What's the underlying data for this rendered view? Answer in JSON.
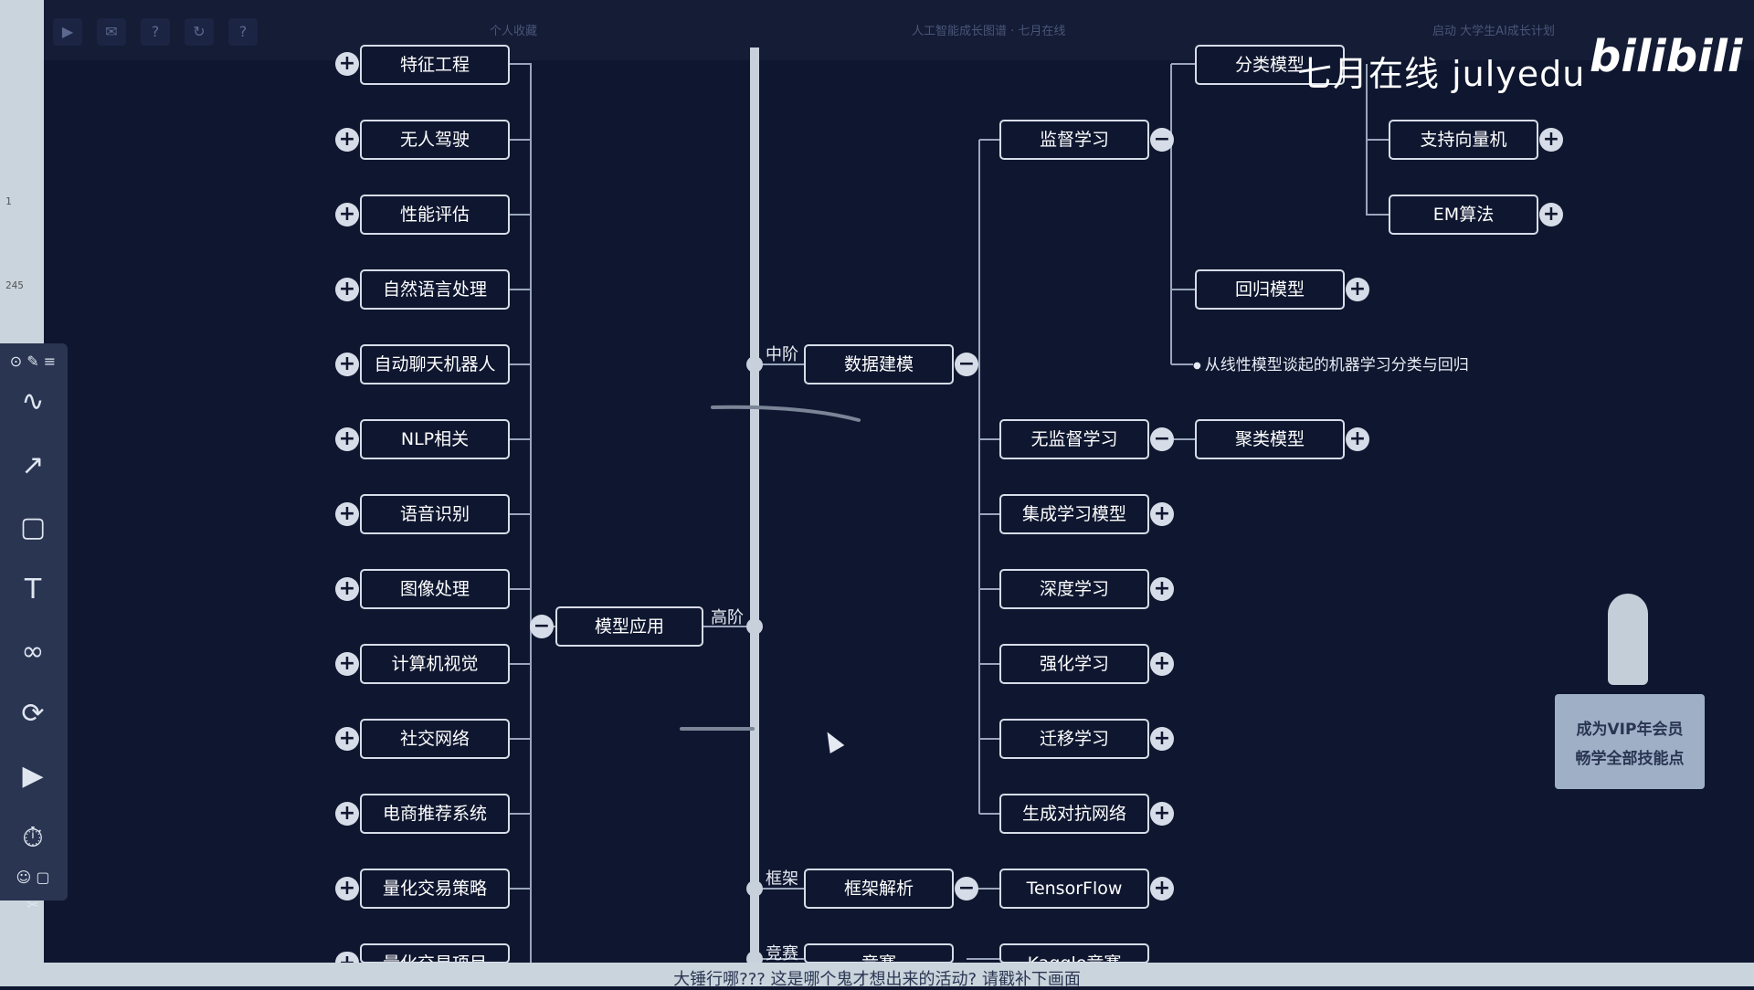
{
  "toolbar": {
    "tabs": [
      "个人收藏",
      "人工智能成长图谱 · 七月在线",
      "启动 大学生AI成长计划"
    ]
  },
  "ruler": {
    "labels": [
      "1",
      "245"
    ]
  },
  "watermark": "七月在线 julyedu",
  "logo": "bilibili",
  "ad": {
    "line1": "成为VIP年会员",
    "line2": "畅学全部技能点"
  },
  "subtitle": "大锤行哪??? 这是哪个鬼才想出来的活动? 请戳补下画面",
  "mindmap": {
    "levels": {
      "mid": "中阶",
      "high": "高阶",
      "framework": "框架",
      "contest": "竞赛"
    },
    "left_branches": [
      "特征工程",
      "无人驾驶",
      "性能评估",
      "自然语言处理",
      "自动聊天机器人",
      "NLP相关",
      "语音识别",
      "图像处理",
      "计算机视觉",
      "社交网络",
      "电商推荐系统",
      "量化交易策略",
      "量化交易项目"
    ],
    "model_app": "模型应用",
    "data_modeling": "数据建模",
    "supervised": "监督学习",
    "unsupervised": "无监督学习",
    "ensemble": "集成学习模型",
    "deep": "深度学习",
    "reinforcement": "强化学习",
    "transfer": "迁移学习",
    "gan": "生成对抗网络",
    "classification": "分类模型",
    "regression": "回归模型",
    "clustering": "聚类模型",
    "svm": "支持向量机",
    "em": "EM算法",
    "note": "从线性模型谈起的机器学习分类与回归",
    "framework_parse": "框架解析",
    "tensorflow": "TensorFlow",
    "contest_node": "竞赛",
    "kaggle": "Kaggle竞赛"
  },
  "colors": {
    "background": "#0f1730",
    "node_border": "#d7dde8",
    "spine": "#c8d0dc"
  }
}
